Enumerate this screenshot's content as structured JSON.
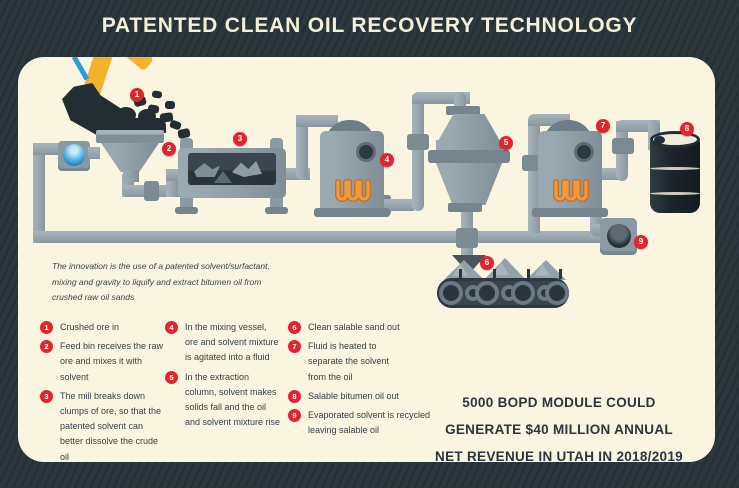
{
  "title": "PATENTED CLEAN OIL RECOVERY TECHNOLOGY",
  "intro": {
    "lines": [
      "The innovation is the use of a patented solvent/surfactant,",
      "mixing and gravity to liquify and extract bitumen oil from",
      "crushed raw oil sands"
    ]
  },
  "markers": [
    "1",
    "2",
    "3",
    "4",
    "5",
    "6",
    "7",
    "8",
    "9"
  ],
  "steps": [
    {
      "num": "1",
      "text": "Crushed ore in"
    },
    {
      "num": "2",
      "text": "Feed bin receives the raw ore and mixes it with solvent"
    },
    {
      "num": "3",
      "text": "The mill breaks down clumps of ore, so that the patented solvent can better dissolve the crude oil"
    },
    {
      "num": "4",
      "text": "In the mixing vessel, ore and solvent mixture is agitated into a fluid"
    },
    {
      "num": "5",
      "text": "In the extraction column, solvent makes solids fall and the oil and solvent mixture rise"
    },
    {
      "num": "6",
      "text": "Clean salable sand out"
    },
    {
      "num": "7",
      "text": "Fluid is heated to separate the solvent from the oil"
    },
    {
      "num": "8",
      "text": "Salable bitumen oil out"
    },
    {
      "num": "9",
      "text": "Evaporated solvent is recycled leaving salable oil"
    }
  ],
  "revenue": {
    "lines": [
      "5000 BOPD MODULE COULD",
      "GENERATE $40 MILLION ANNUAL",
      "NET REVENUE IN UTAH IN 2018/2019"
    ]
  },
  "icons": [
    "excavator-bucket",
    "feed-bin",
    "solvent-tank",
    "ore-mill",
    "mixing-vessel",
    "extraction-column",
    "sand-conveyor",
    "heater-vessel",
    "oil-barrel",
    "solvent-recycler"
  ],
  "colors": {
    "background": "#2b363d",
    "panel": "#faf5e1",
    "accent_red": "#e2242f",
    "machine_grey": "#8e9ca4",
    "pipe_grey": "#9aa7ae",
    "coil_orange": "#ef9a3c",
    "excavator_yellow": "#f2b22c",
    "solvent_blue": "#2e8fd0",
    "dark_metal": "#232d34",
    "text_dark": "#343f46"
  }
}
